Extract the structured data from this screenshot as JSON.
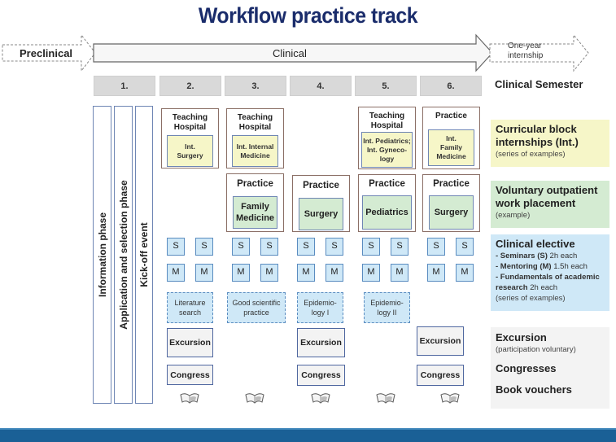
{
  "title": "Workflow practice track",
  "timeline": {
    "preclinical": "Preclinical",
    "clinical": "Clinical",
    "internship_line1": "One-year",
    "internship_line2": "internship"
  },
  "semesters": {
    "labels": [
      "1.",
      "2.",
      "3.",
      "4.",
      "5.",
      "6."
    ],
    "caption": "Clinical Semester"
  },
  "phases": [
    "Information phase",
    "Application and selection phase",
    "Kick-off event"
  ],
  "block_internships": [
    {
      "place": "Teaching Hospital",
      "subject": "Int. Surgery"
    },
    {
      "place": "Teaching Hospital",
      "subject": "Int. Internal Medicine"
    },
    {
      "place": "Teaching Hospital",
      "subject": "Int. Pediatrics; Int. Gyneco-logy"
    },
    {
      "place": "Practice",
      "subject": "Int. Family Medicine"
    }
  ],
  "outpatient": [
    {
      "place": "Practice",
      "subject": "Family Medicine"
    },
    {
      "place": "Practice",
      "subject": "Surgery"
    },
    {
      "place": "Practice",
      "subject": "Pediatrics"
    },
    {
      "place": "Practice",
      "subject": "Surgery"
    }
  ],
  "elective": {
    "seminar": "S",
    "mentoring": "M",
    "research": [
      "Literature search",
      "Good scientific practice",
      "Epidemio-logy I",
      "Epidemio-logy II"
    ]
  },
  "events": {
    "excursion": "Excursion",
    "congress": "Congress"
  },
  "icons": {
    "book": "book-voucher-icon"
  },
  "legend": {
    "curricular": {
      "title": "Curricular block internships (Int.)",
      "sub": "(series of examples)"
    },
    "voluntary": {
      "title": "Voluntary outpatient work placement",
      "sub": "(example)"
    },
    "clinical_elective": {
      "title": "Clinical elective",
      "items": [
        {
          "bold": "- Seminars (S)",
          "rest": " 2h each"
        },
        {
          "bold": "- Mentoring (M)",
          "rest": " 1.5h each"
        },
        {
          "bold": "- Fundamentals of academic research",
          "rest": " 2h each"
        }
      ],
      "sub": "(series of examples)"
    },
    "excursion": {
      "title": "Excursion",
      "sub": "(participation voluntary)"
    },
    "congresses": "Congresses",
    "book_vouchers": "Book vouchers"
  },
  "colors": {
    "title": "#1a2c6b",
    "yellow": "#f6f6c8",
    "green": "#d4ebd2",
    "blue": "#cfe8f7",
    "footer": "#1a6096"
  }
}
